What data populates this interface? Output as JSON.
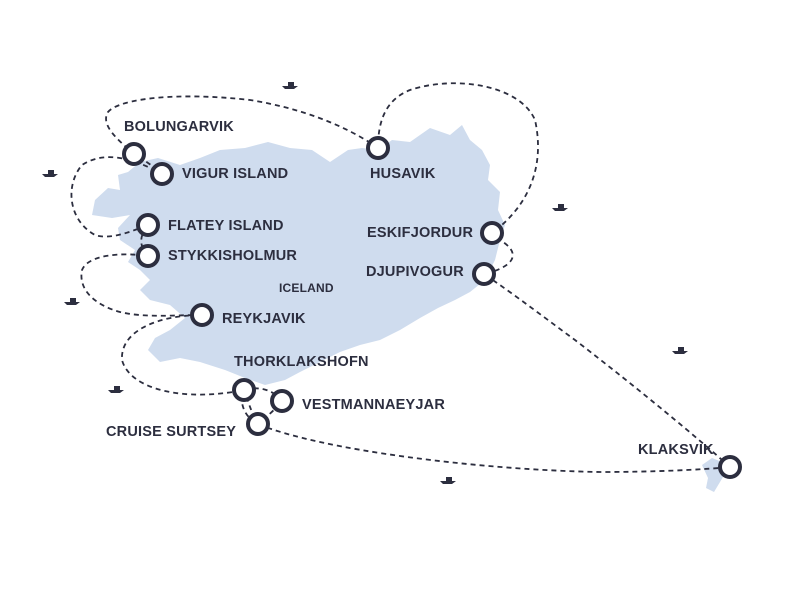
{
  "map": {
    "country_label": "ICELAND",
    "colors": {
      "land": "#cfdcee",
      "route": "#2c2e3f",
      "marker": "#2c2e3f",
      "text": "#2c2e3f"
    },
    "ports": [
      {
        "name": "BOLUNGARVIK"
      },
      {
        "name": "VIGUR ISLAND"
      },
      {
        "name": "HUSAVIK"
      },
      {
        "name": "FLATEY ISLAND"
      },
      {
        "name": "STYKKISHOLMUR"
      },
      {
        "name": "ESKIFJORDUR"
      },
      {
        "name": "DJUPIVOGUR"
      },
      {
        "name": "REYKJAVIK"
      },
      {
        "name": "THORKLAKSHOFN"
      },
      {
        "name": "VESTMANNAEYJAR"
      },
      {
        "name": "CRUISE SURTSEY"
      },
      {
        "name": "KLAKSVIK"
      }
    ],
    "ship_icon": "ship-icon"
  }
}
